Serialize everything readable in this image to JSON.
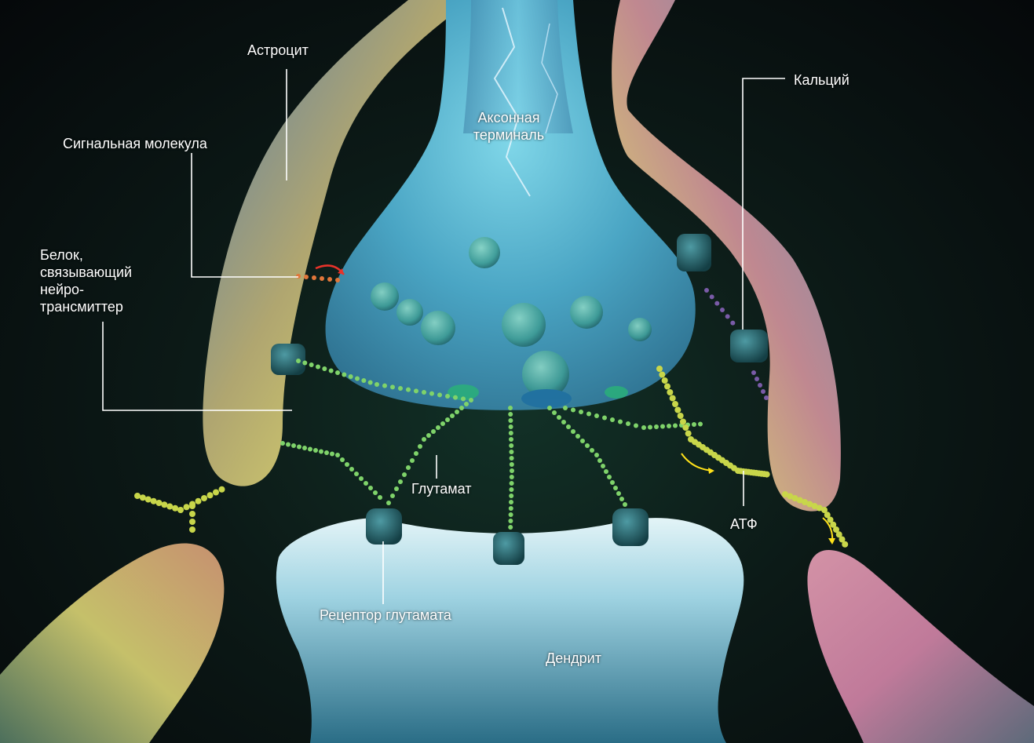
{
  "labels": {
    "astrocyte": "Астроцит",
    "signal_molecule": "Сигнальная молекула",
    "axon_terminal": "Аксонная\nтерминаль",
    "calcium": "Кальций",
    "binding_protein": "Белок,\nсвязывающий\nнейро-\nтрансмиттер",
    "glutamate": "Глутамат",
    "atp": "АТФ",
    "glutamate_receptor": "Рецептор глутамата",
    "dendrite": "Дендрит"
  },
  "colors": {
    "background": "#0b0f12",
    "leader_line": "#ffffff",
    "glutamate_dots": "#7fd36a",
    "atp_dots": "#c8d64a",
    "signal_arrow": "#e8332a",
    "atp_arrow": "#ffe21a",
    "receptor": "#1f5e63"
  }
}
